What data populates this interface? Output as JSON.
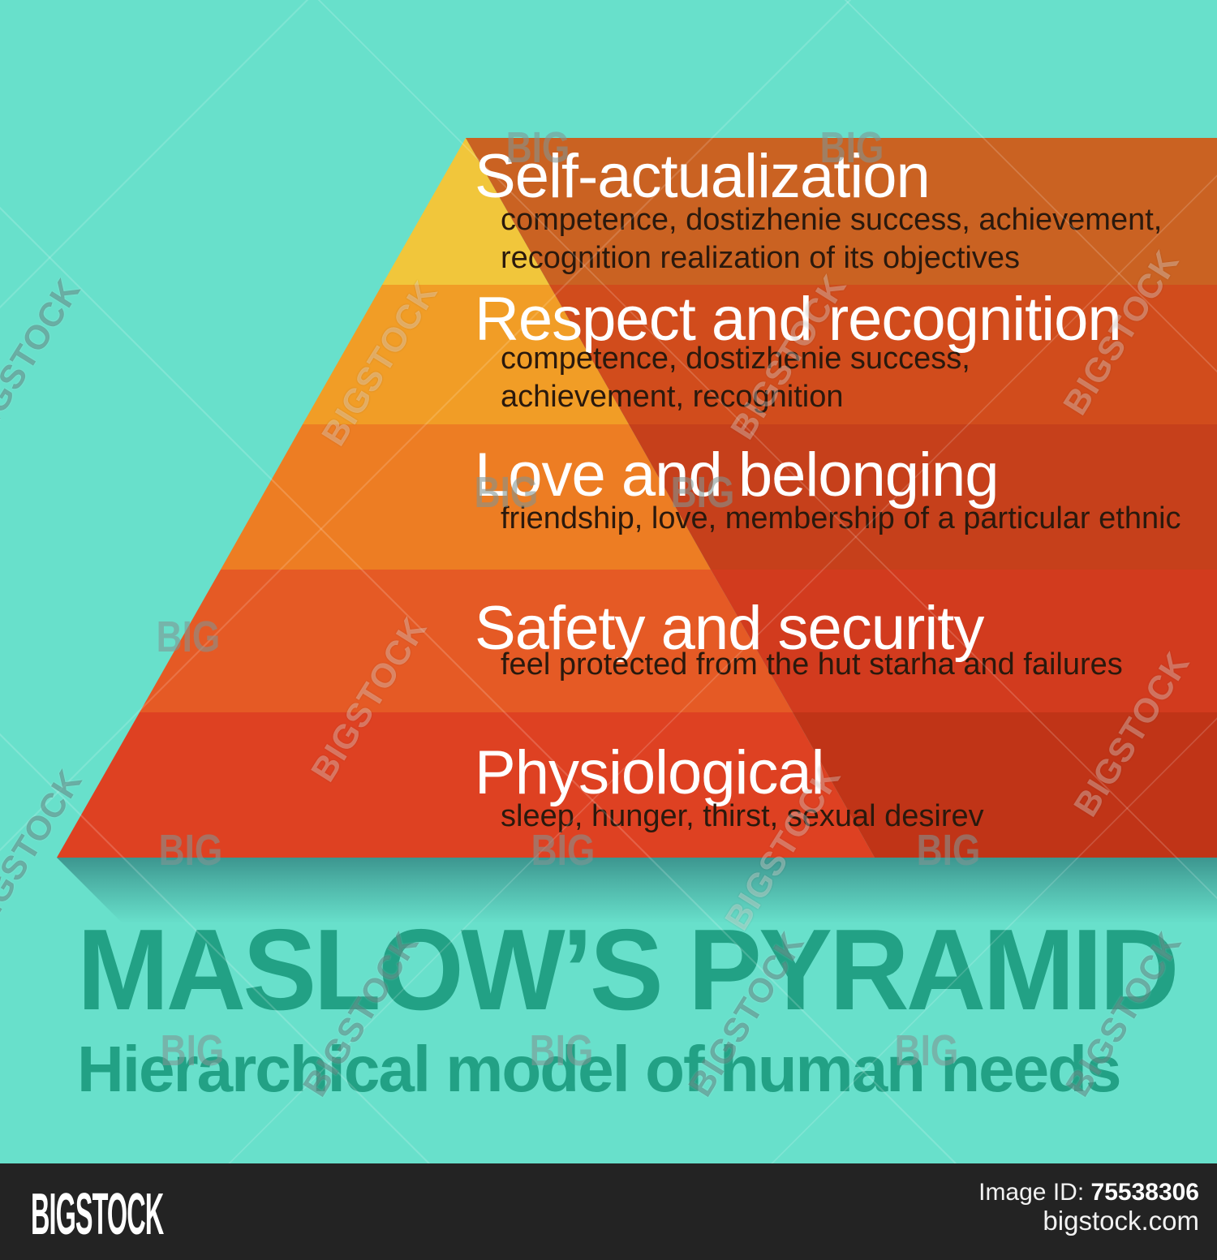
{
  "pyramid": {
    "levels": [
      {
        "title": "Self-actualization",
        "desc": [
          "competence, dostizhenie success, achievement,",
          "recognition realization of its objectives"
        ],
        "color_face": "#f1c63b",
        "color_side": "#ca6222"
      },
      {
        "title": "Respect and recognition",
        "desc": [
          "competence, dostizhenie success,",
          "achievement, recognition"
        ],
        "color_face": "#f19d26",
        "color_side": "#d14c1c"
      },
      {
        "title": "Love and belonging",
        "desc": [
          "friendship, love, membership of a particular ethnic"
        ],
        "color_face": "#ed7d23",
        "color_side": "#c6401b"
      },
      {
        "title": "Safety and security",
        "desc": [
          "feel protected from the hut starha and failures"
        ],
        "color_face": "#e55a25",
        "color_side": "#d23b1e"
      },
      {
        "title": "Physiological",
        "desc": [
          "sleep, hunger, thirst, sexual desirev"
        ],
        "color_face": "#de4122",
        "color_side": "#c03417"
      }
    ]
  },
  "footer": {
    "title": "MASLOW’S PYRAMID",
    "subtitle": "Hierarchical model of human needs",
    "title_color": "#22a185"
  },
  "watermark": {
    "big": "BIG",
    "bigstock": "BIGSTOCK"
  },
  "bar": {
    "logo": "BIGSTOCK",
    "image_id_label": "Image ID:",
    "image_id": "75538306",
    "site": "bigstock.com",
    "bg_color": "#232323"
  },
  "background_color": "#68e0cb"
}
